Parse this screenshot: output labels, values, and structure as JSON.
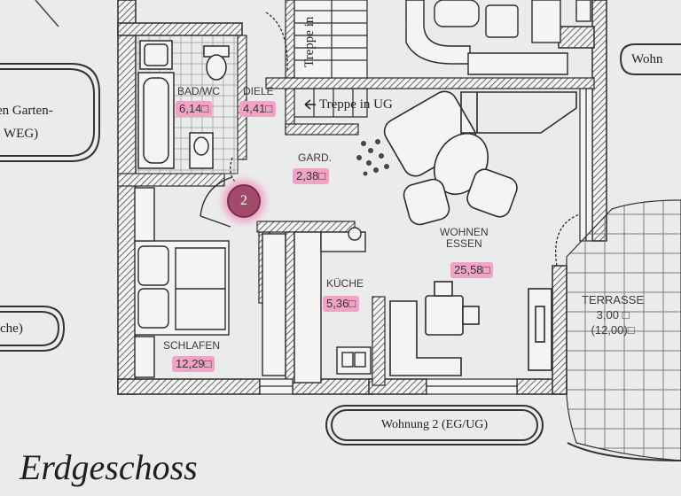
{
  "rooms": {
    "bad": {
      "name": "BAD/WC",
      "area": "6,14□"
    },
    "diele": {
      "name": "DIELE",
      "area": "4,41□"
    },
    "gard": {
      "name": "GARD.",
      "area": "2,38□"
    },
    "wohnen": {
      "name": "WOHNEN\nESSEN",
      "area": "25,58□"
    },
    "kueche": {
      "name": "KÜCHE",
      "area": "5,36□"
    },
    "schlafen": {
      "name": "SCHLAFEN",
      "area": "12,29□"
    },
    "terrasse": {
      "name": "TERRASSE\n3,00 □\n(12,00)□"
    }
  },
  "labels": {
    "stairs_down": "Treppe in UG",
    "stairs_up": "Treppe in",
    "unit_badge": "Wohnung 2 (EG/UG)",
    "unit_right": "Wohn",
    "left_top_1": "en Garten-",
    "left_top_2": "WEG)",
    "left_mid": "che)",
    "floor_title": "Erdgeschoss",
    "unit_number": "2"
  },
  "colors": {
    "highlight": "#f2a3c5",
    "line": "#2b2b2b",
    "paper": "#e9ecea"
  }
}
